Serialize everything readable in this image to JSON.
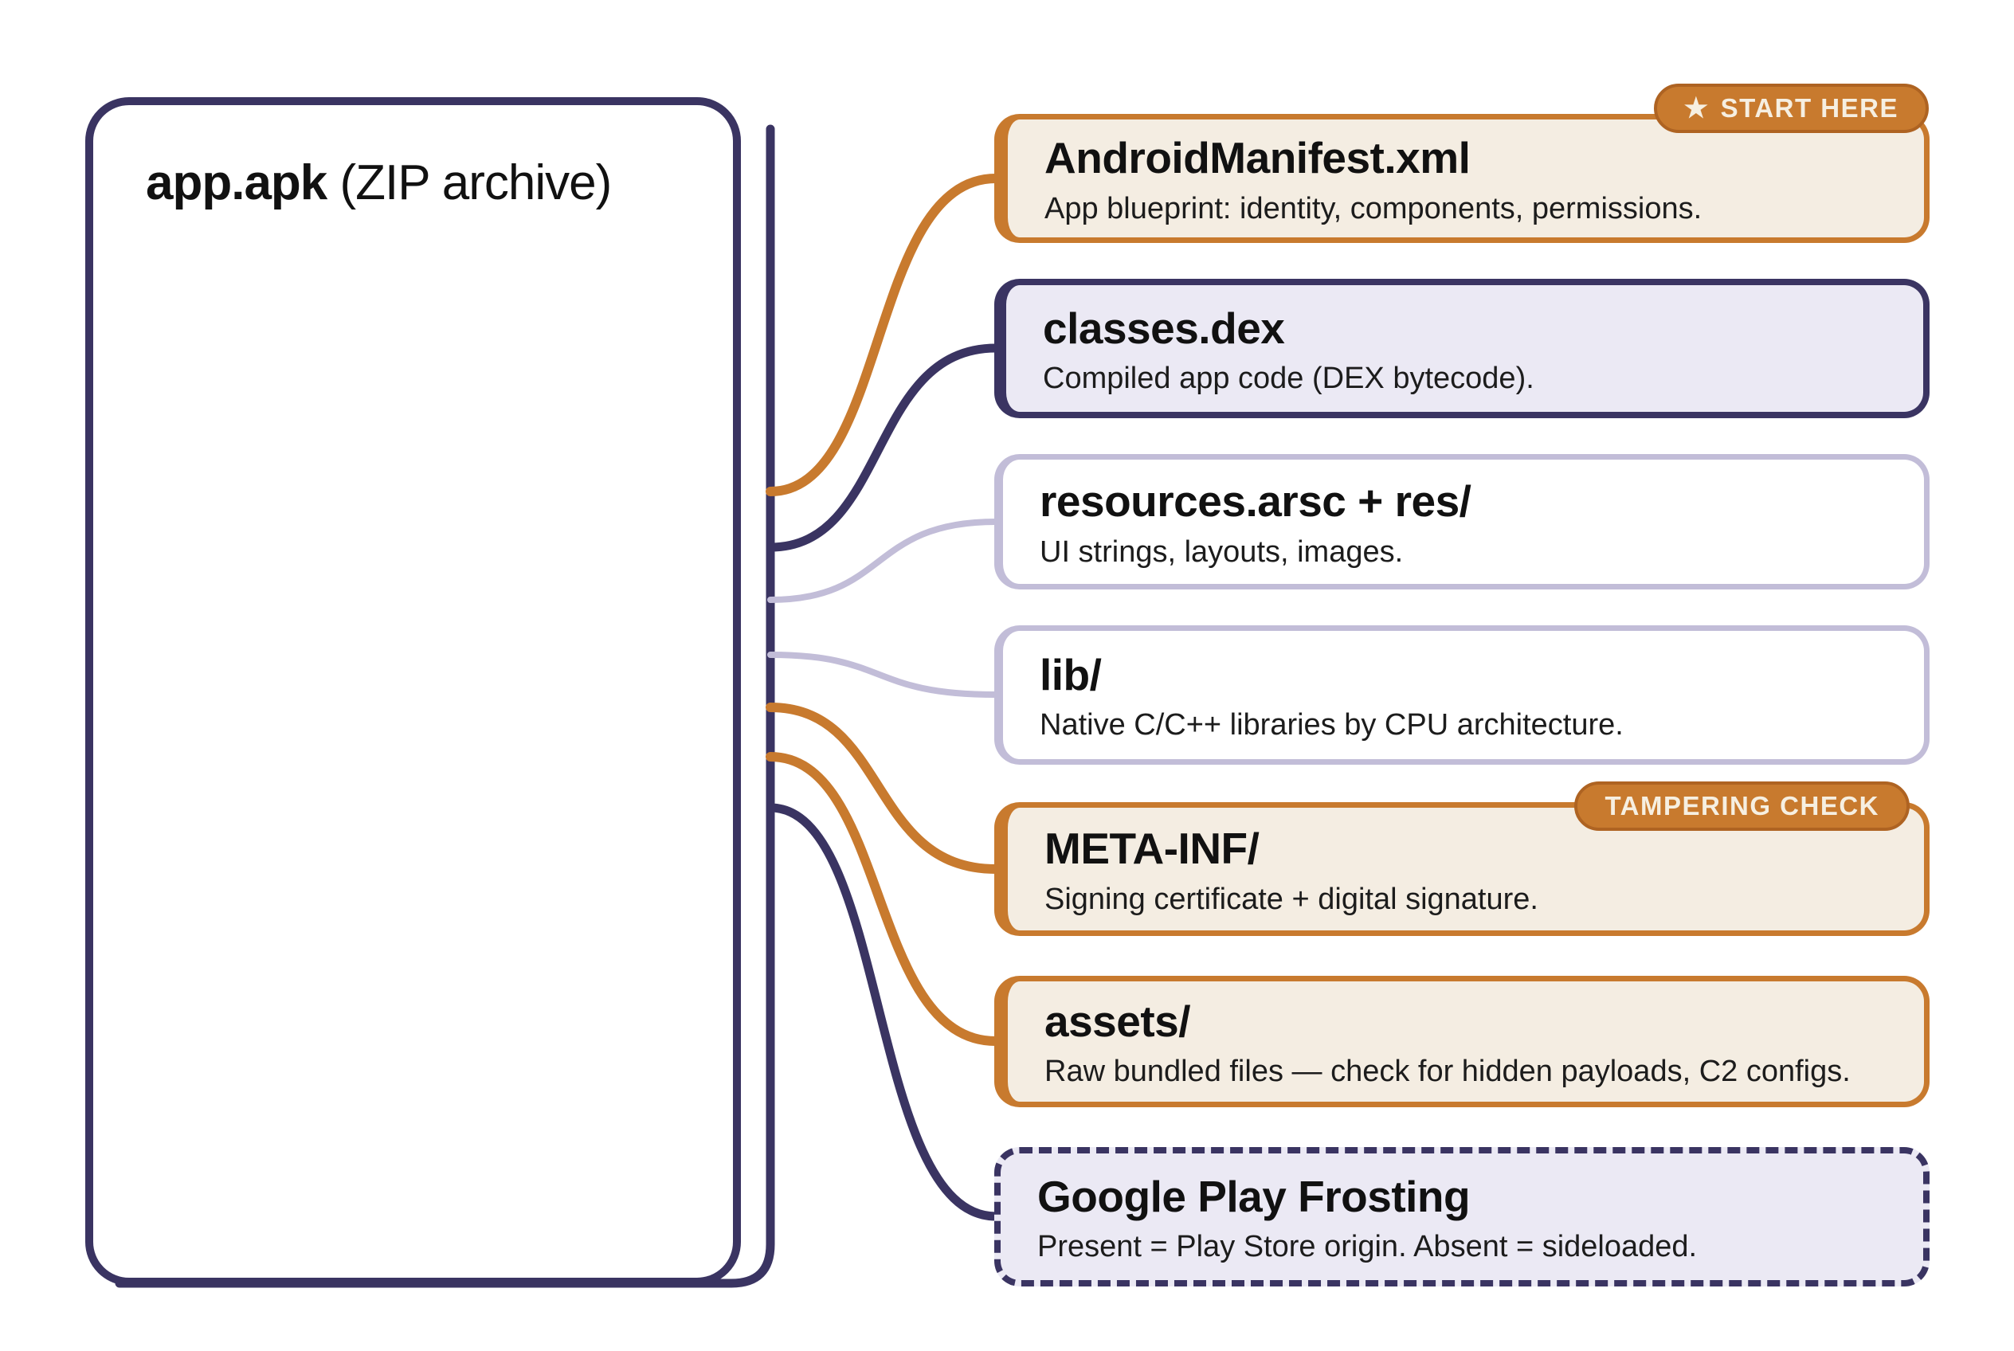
{
  "apk_box": {
    "name": "app.apk",
    "type_label": "(ZIP archive)"
  },
  "nodes": [
    {
      "title": "AndroidManifest.xml",
      "desc": "App blueprint: identity, components, permissions.",
      "badge": "START HERE",
      "badge_icon_glyph": "★"
    },
    {
      "title": "classes.dex",
      "desc": "Compiled app code (DEX bytecode)."
    },
    {
      "title": "resources.arsc + res/",
      "desc": "UI strings, layouts, images."
    },
    {
      "title": "lib/",
      "desc": "Native C/C++ libraries by CPU architecture."
    },
    {
      "title": "META-INF/",
      "desc": "Signing certificate + digital signature.",
      "badge": "TAMPERING CHECK"
    },
    {
      "title": "assets/",
      "desc": "Raw bundled files — check for hidden payloads, C2 configs."
    },
    {
      "title": "Google Play Frosting",
      "desc": "Present = Play Store origin. Absent = sideloaded."
    }
  ],
  "colors": {
    "accent_orange": "#C87A2E",
    "dark_purple": "#3A3462",
    "light_lavender": "#C2BDD8",
    "cream_fill": "#F4EDE2",
    "lavender_fill": "#EBE9F4",
    "text": "#111111"
  }
}
